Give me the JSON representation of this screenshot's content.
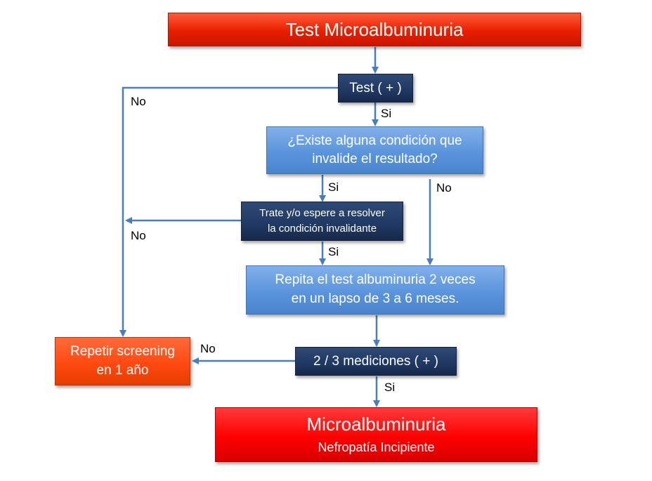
{
  "nodes": {
    "title": {
      "text": "Test Microalbuminuria"
    },
    "test_positive": {
      "text": "Test  ( + )"
    },
    "condition_question": {
      "line1": "¿Existe alguna condición que",
      "line2": "invalide el resultado?"
    },
    "resolve_condition": {
      "line1": "Trate y/o espere a resolver",
      "line2": "la condición invalidante"
    },
    "repeat_test": {
      "line1": "Repita el test  albuminuria 2 veces",
      "line2": "en un lapso de 3 a 6 meses."
    },
    "two_of_three": {
      "text": "2 / 3 mediciones ( + )"
    },
    "repeat_screening": {
      "line1": "Repetir screening",
      "line2": "en 1 año"
    },
    "result": {
      "line1": "Microalbuminuria",
      "line2": "Nefropatía Incipiente"
    }
  },
  "edge_labels": {
    "test_no": "No",
    "test_si": "Si",
    "condition_si": "Si",
    "condition_no": "No",
    "resolve_no": "No",
    "resolve_si": "Si",
    "two_three_no": "No",
    "two_three_si": "Si"
  },
  "colors": {
    "arrow": "#4a7ebb",
    "title_red": "#e81f00",
    "result_red": "#ff0000",
    "screening_orange": "#ff4a12",
    "decision_navy": "#1f3864",
    "process_blue": "#5a94dc"
  }
}
